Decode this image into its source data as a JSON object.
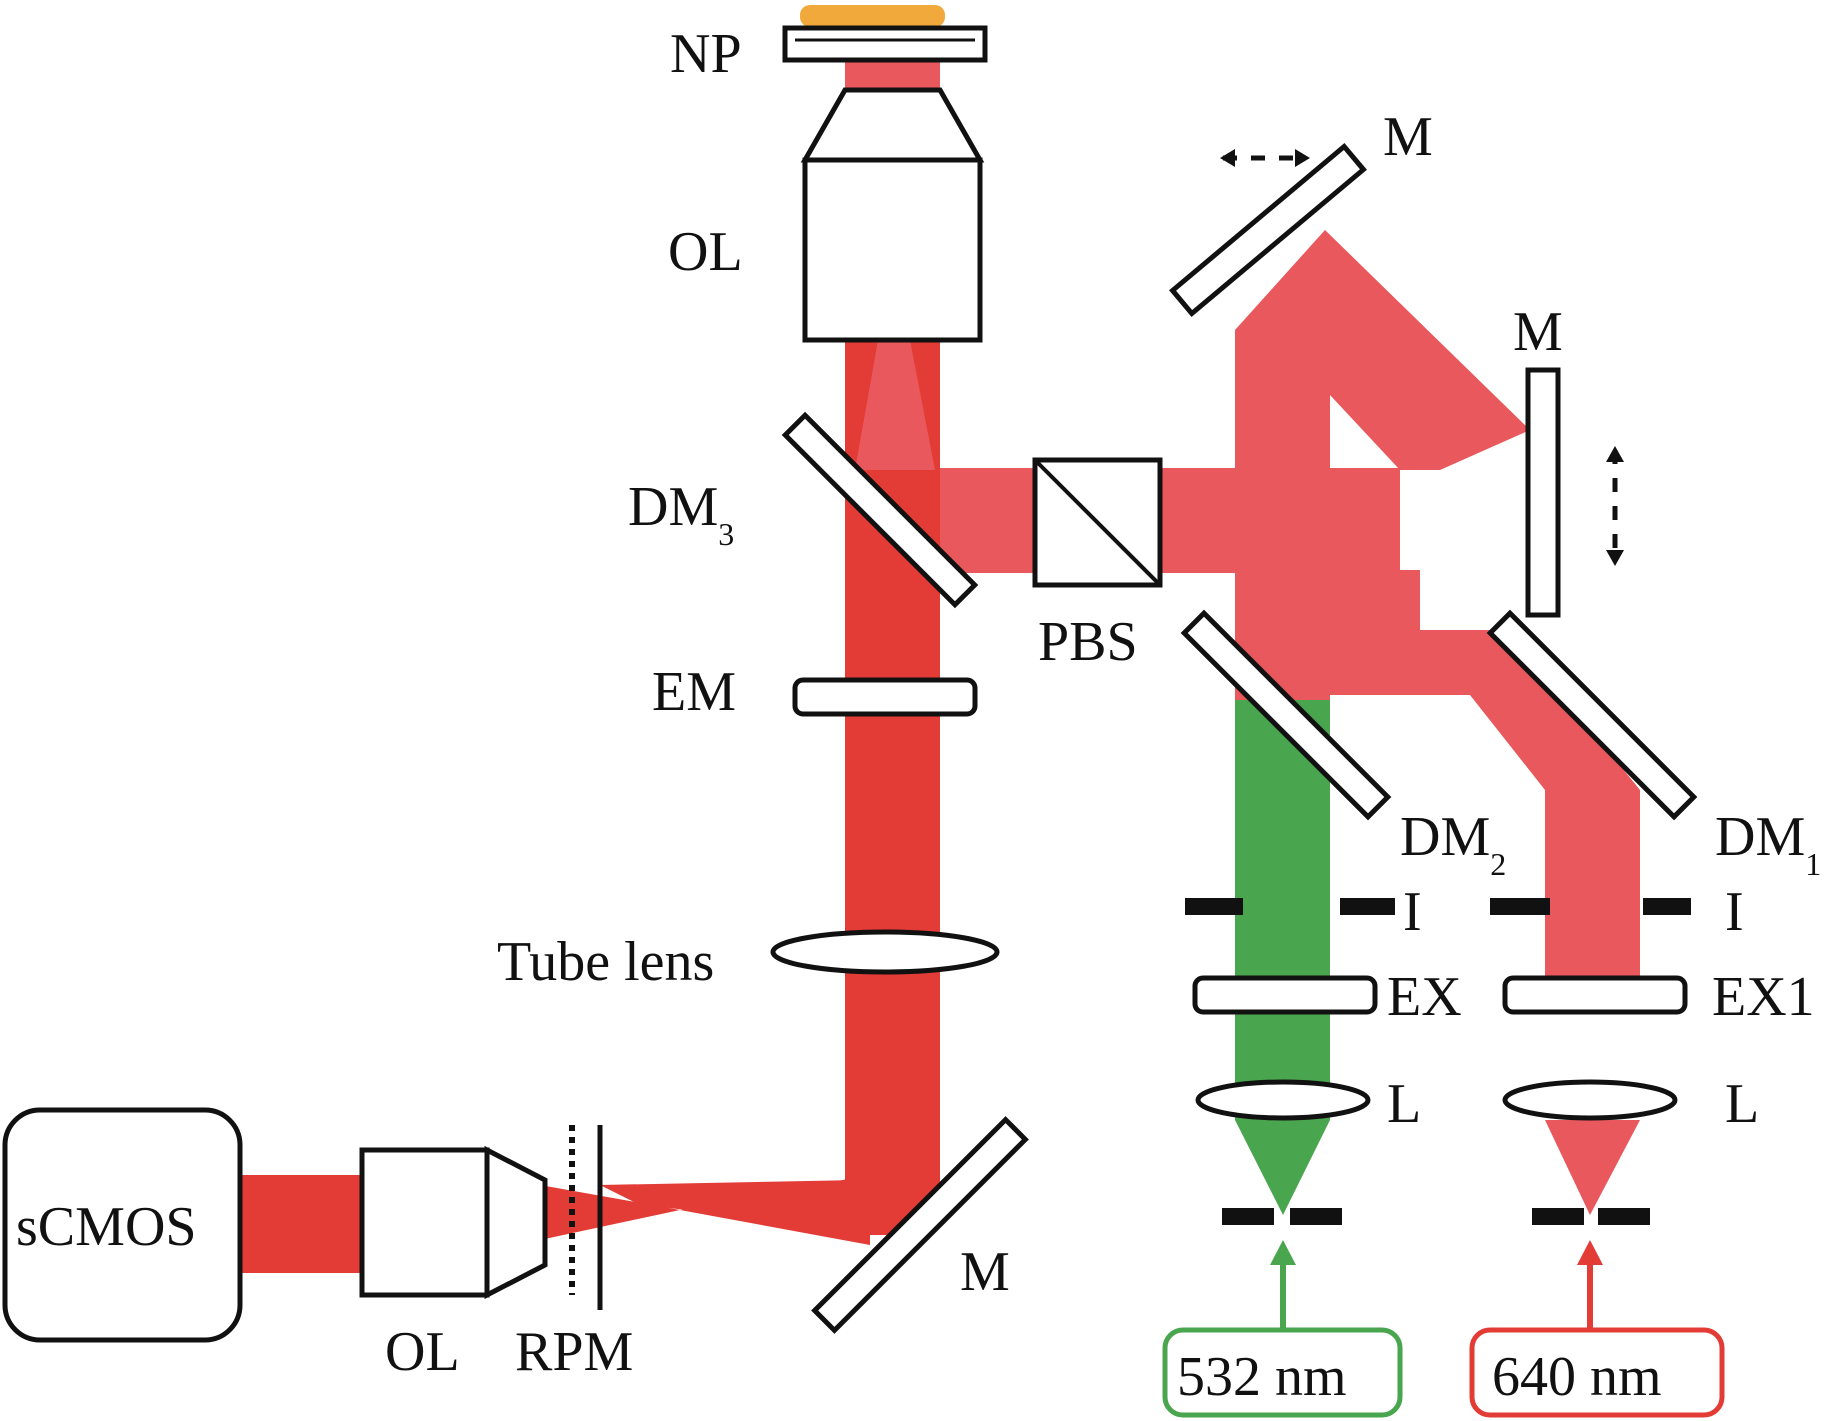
{
  "colors": {
    "beam_red": "#e33b35",
    "beam_pink": "#e8585c",
    "beam_green": "#4aa54f",
    "sample": "#f0a93a",
    "outline": "#111111",
    "laser_532_border": "#4aa54f",
    "laser_640_border": "#e33b35"
  },
  "labels": {
    "np": "NP",
    "ol_top": "OL",
    "dm3": "DM",
    "dm3_sub": "3",
    "em": "EM",
    "tube_lens": "Tube lens",
    "pbs": "PBS",
    "m_top": "M",
    "m_right": "M",
    "dm2": "DM",
    "dm2_sub": "2",
    "dm1": "DM",
    "dm1_sub": "1",
    "iris_left": "I",
    "iris_right": "I",
    "ex_left": "EX",
    "ex_right": "EX1",
    "l_left": "L",
    "l_right": "L",
    "m_bottom": "M",
    "scmos": "sCMOS",
    "ol_bottom": "OL",
    "rpm": "RPM",
    "laser_532": "532 nm",
    "laser_640": "640 nm"
  }
}
